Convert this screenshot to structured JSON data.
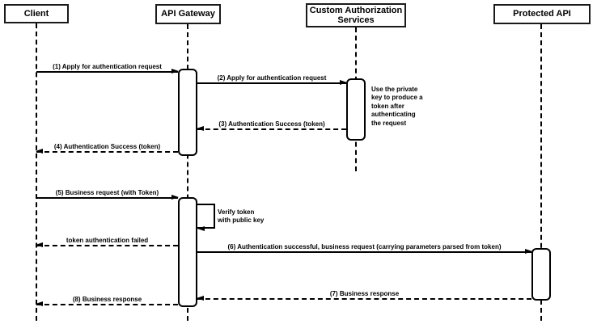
{
  "diagram": {
    "type": "sequence-diagram",
    "colors": {
      "line": "#000000",
      "box_fill": "#ffffff",
      "background": "#ffffff"
    },
    "participants": [
      {
        "label": "Client"
      },
      {
        "label": "API Gateway"
      },
      {
        "label": "Custom Authorization Services"
      },
      {
        "label": "Protected API"
      }
    ],
    "messages": [
      {
        "label": "(1) Apply for authentication request",
        "from": "Client",
        "to": "API Gateway",
        "style": "solid"
      },
      {
        "label": "(2) Apply for authentication request",
        "from": "API Gateway",
        "to": "Custom Authorization Services",
        "style": "solid"
      },
      {
        "label": "(3) Authentication Success (token)",
        "from": "Custom Authorization Services",
        "to": "API Gateway",
        "style": "dashed"
      },
      {
        "label": "(4) Authentication Success (token)",
        "from": "API Gateway",
        "to": "Client",
        "style": "dashed"
      },
      {
        "label": "(5) Business request (with Token)",
        "from": "Client",
        "to": "API Gateway",
        "style": "solid"
      },
      {
        "label": "token authentication failed",
        "from": "API Gateway",
        "to": "Client",
        "style": "dashed"
      },
      {
        "label": "(6) Authentication successful, business request (carrying parameters parsed from token)",
        "from": "API Gateway",
        "to": "Protected API",
        "style": "solid"
      },
      {
        "label": "(7) Business response",
        "from": "Protected API",
        "to": "API Gateway",
        "style": "dashed"
      },
      {
        "label": "(8) Business response",
        "from": "API Gateway",
        "to": "Client",
        "style": "dashed"
      }
    ],
    "self_message": {
      "on": "API Gateway",
      "label": "Verify token\nwith public key"
    },
    "note": {
      "attached_to": "Custom Authorization Services",
      "text": "Use the private\nkey to produce a\ntoken after\nauthenticating\nthe request"
    }
  }
}
